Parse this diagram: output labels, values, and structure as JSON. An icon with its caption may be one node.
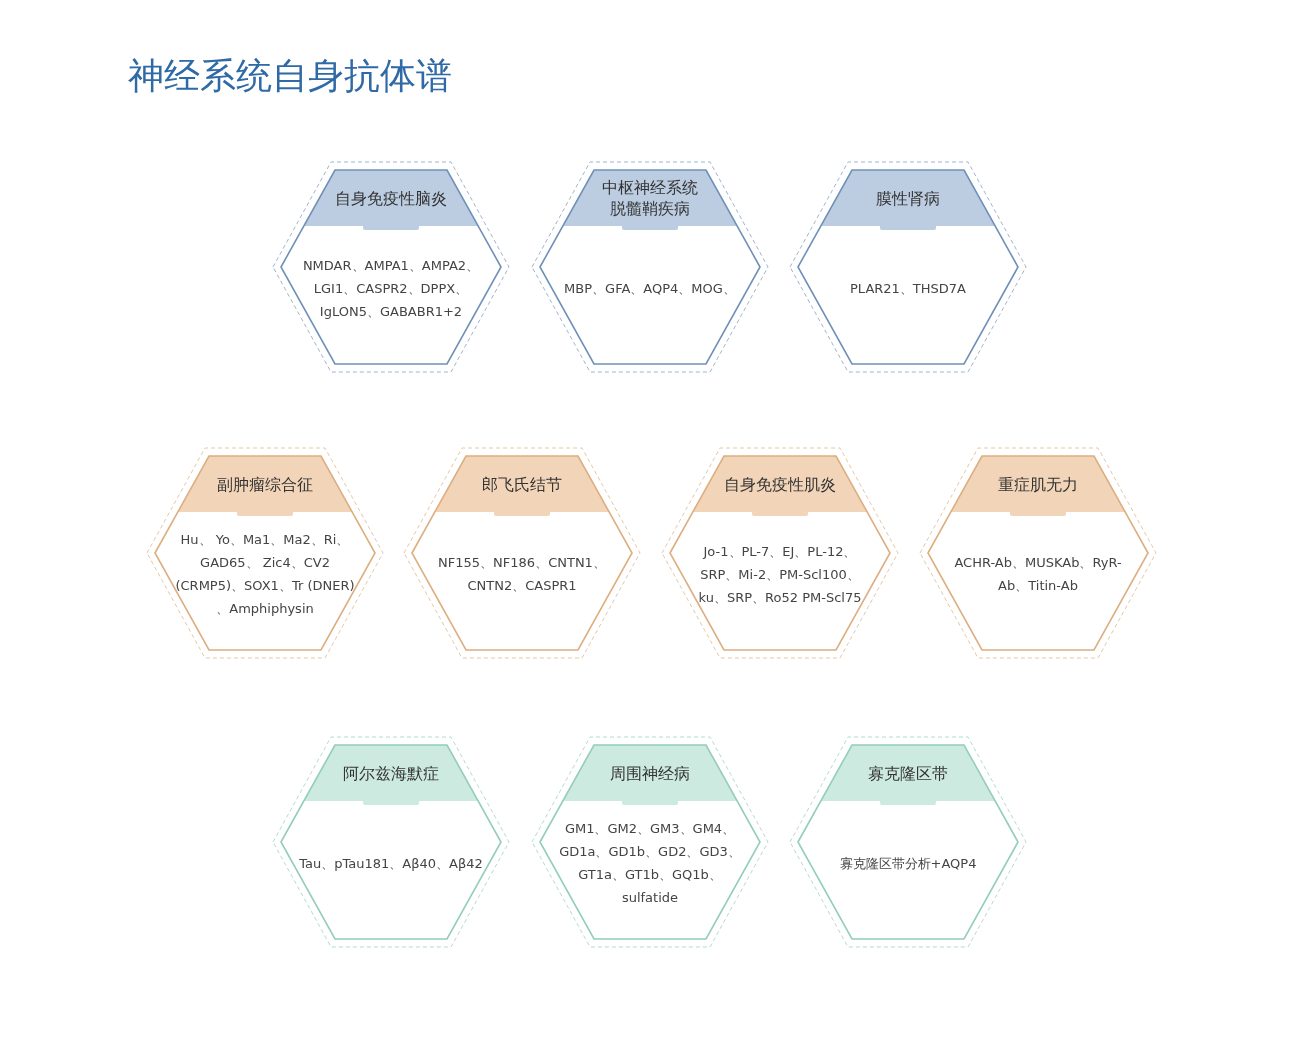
{
  "diagram": {
    "title": "神经系统自身抗体谱",
    "nodes": [
      {
        "text": [
          "自身免疫性脑炎",
          "NMDAR、AMPA1、AMPA2、LGI1、CASPR2、DPPX、IgLON5、GABABR1+2"
        ]
      },
      {
        "text": [
          "中枢神经系统脱髓鞘疾病",
          "MBP、GFA、AQP4、MOG、"
        ]
      },
      {
        "text": [
          "膜性肾病",
          "PLAR21、THSD7A"
        ]
      },
      {
        "text": [
          "副肿瘤综合征",
          "Hu、 Yo、Ma1、Ma2、Ri、 GAD65、 Zic4、CV2 (CRMP5)、SOX1、Tr (DNER) 、Amphiphysin"
        ]
      },
      {
        "text": [
          "郎飞氏结节",
          "NF155、NF186、CNTN1、CNTN2、CASPR1"
        ]
      },
      {
        "text": [
          "自身免疫性肌炎",
          "Jo-1、PL-7、EJ、PL-12、SRP、Mi-2、PM-Scl100、ku、SRP、Ro52 PM-Scl75"
        ]
      },
      {
        "text": [
          "重症肌无力",
          "ACHR-Ab、MUSKAb、RyR-Ab、Titin-Ab"
        ]
      },
      {
        "text": [
          "阿尔兹海默症",
          "Tau、pTau181、Aβ40、Aβ42"
        ]
      },
      {
        "text": [
          "周围神经病",
          "GM1、GM2、GM3、GM4、GD1a、GD1b、GD2、GD3、GT1a、GT1b、GQ1b、sulfatide"
        ]
      },
      {
        "text": [
          "寡克隆区带",
          "寡克隆区带分析+AQP4"
        ]
      }
    ]
  }
}
